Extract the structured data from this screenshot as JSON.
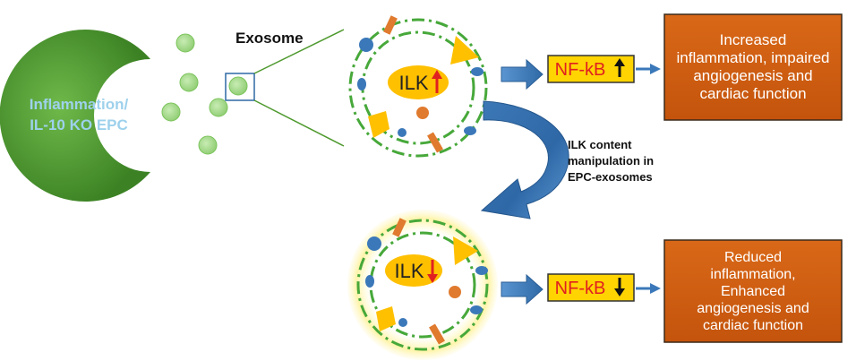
{
  "cell": {
    "label_line1": "Inflammation/",
    "label_line2": "IL-10 KO EPC",
    "fill_color": "#4f9a2f",
    "text_color": "#9ed1ec"
  },
  "exosome_label": "Exosome",
  "top_exosome": {
    "ilk_label": "ILK",
    "ilk_arrow": "up"
  },
  "bottom_exosome": {
    "ilk_label": "ILK",
    "ilk_arrow": "down"
  },
  "nfkb_top": {
    "label": "NF-kB",
    "arrow": "up"
  },
  "nfkb_bottom": {
    "label": "NF-kB",
    "arrow": "down"
  },
  "outcome_top": {
    "lines": [
      "Increased",
      "inflammation, impaired",
      "angiogenesis and",
      "cardiac function"
    ]
  },
  "outcome_bottom": {
    "lines": [
      "Reduced",
      "inflammation,",
      "Enhanced",
      "angiogenesis and",
      "cardiac function"
    ]
  },
  "manipulation_label": {
    "lines": [
      "ILK content",
      "manipulation in",
      "EPC-exosomes"
    ]
  },
  "colors": {
    "outcome_box": "#d35f12",
    "nfkb_box": "#ffd400",
    "nfkb_text": "#e02020",
    "ilk_oval": "#ffc000",
    "ilk_arrow": "#e02020",
    "arrow_blue": "#3b78b9",
    "membrane_green": "#47a83a"
  }
}
